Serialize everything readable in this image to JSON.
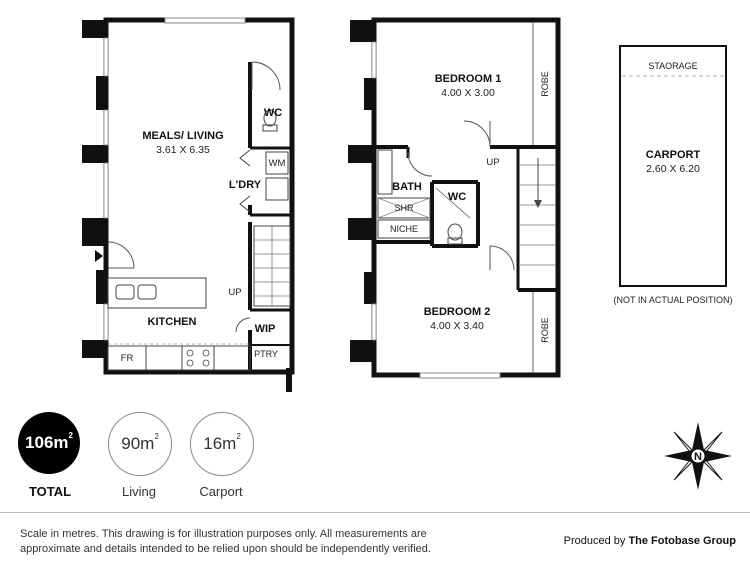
{
  "rooms": {
    "meals_living": {
      "name": "MEALS/ LIVING",
      "dim": "3.61 X 6.35"
    },
    "kitchen": {
      "name": "KITCHEN"
    },
    "wc_ground": {
      "name": "WC"
    },
    "wm": {
      "name": "WM"
    },
    "laundry": {
      "name": "L'DRY"
    },
    "up_ground": {
      "name": "UP"
    },
    "wip": {
      "name": "WIP"
    },
    "ptry": {
      "name": "PTRY"
    },
    "fr": {
      "name": "FR"
    },
    "bedroom1": {
      "name": "BEDROOM 1",
      "dim": "4.00 X 3.00"
    },
    "robe1": {
      "name": "ROBE"
    },
    "bath": {
      "name": "BATH"
    },
    "shr": {
      "name": "SHR"
    },
    "niche": {
      "name": "NICHE"
    },
    "wc_upper": {
      "name": "WC"
    },
    "up_upper": {
      "name": "UP"
    },
    "bedroom2": {
      "name": "BEDROOM 2",
      "dim": "4.00 X 3.40"
    },
    "robe2": {
      "name": "ROBE"
    },
    "storage": {
      "name": "STAORAGE"
    },
    "carport": {
      "name": "CARPORT",
      "dim": "2.60 X 6.20"
    },
    "carport_note": "(NOT IN ACTUAL POSITION)"
  },
  "areas": {
    "total": {
      "value": "106m",
      "sup": "2",
      "label": "TOTAL"
    },
    "living": {
      "value": "90m",
      "sup": "2",
      "label": "Living"
    },
    "carport": {
      "value": "16m",
      "sup": "2",
      "label": "Carport"
    }
  },
  "compass": {
    "letter": "N",
    "icon": "north-arrow-icon"
  },
  "footer": {
    "disclaimer": "Scale in metres. This drawing is for illustration purposes only. All measurements are approximate and details intended to be relied upon should be independently verified.",
    "producer_prefix": "Produced by ",
    "producer_name": "The Fotobase Group"
  }
}
